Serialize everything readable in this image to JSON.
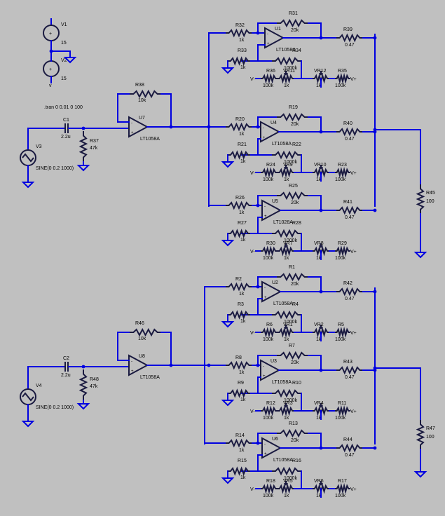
{
  "directive": ".tran 0 0.01 0 100",
  "supplies": [
    {
      "ref": "V1",
      "value": "15"
    },
    {
      "ref": "V2",
      "value": "15"
    }
  ],
  "sources": [
    {
      "ref": "V3",
      "value": "SINE(0 0.2 1000)"
    },
    {
      "ref": "V4",
      "value": "SINE(0 0.2 1000)"
    }
  ],
  "channels": [
    {
      "input_cap": {
        "ref": "C1",
        "value": "2.2u"
      },
      "input_res": {
        "ref": "R37",
        "value": "47k"
      },
      "buffer": {
        "ref": "U7",
        "model": "LT1058A",
        "fb_ref": "R38",
        "fb_value": "10k"
      },
      "load": {
        "ref": "R45",
        "value": "100"
      },
      "stages": [
        {
          "opamp": "U1",
          "model": "LT1058A",
          "rin": "R32",
          "rin_v": "1k",
          "rf": "R31",
          "rf_v": "20k",
          "rout": "R39",
          "rout_v": "0.47",
          "rg": "R33",
          "rg_v": "1k",
          "rb": "R34",
          "rb_v": "1000k",
          "ra": "R36",
          "ra_v": "100k",
          "vra": "VR11",
          "vra_v": "1k",
          "vrb": "VR12",
          "vrb_v": "1k",
          "rc": "R35",
          "rc_v": "100k"
        },
        {
          "opamp": "U4",
          "model": "LT1058A",
          "rin": "R20",
          "rin_v": "1k",
          "rf": "R19",
          "rf_v": "20k",
          "rout": "R40",
          "rout_v": "0.47",
          "rg": "R21",
          "rg_v": "1k",
          "rb": "R22",
          "rb_v": "1000k",
          "ra": "R24",
          "ra_v": "100k",
          "vra": "VR9",
          "vra_v": "1k",
          "vrb": "VR10",
          "vrb_v": "1k",
          "rc": "R23",
          "rc_v": "100k"
        },
        {
          "opamp": "U5",
          "model": "LT1028A",
          "rin": "R26",
          "rin_v": "1k",
          "rf": "R25",
          "rf_v": "20k",
          "rout": "R41",
          "rout_v": "0.47",
          "rg": "R27",
          "rg_v": "1k",
          "rb": "R28",
          "rb_v": "1000k",
          "ra": "R30",
          "ra_v": "100k",
          "vra": "VR7",
          "vra_v": "1k",
          "vrb": "VR8",
          "vrb_v": "1k",
          "rc": "R29",
          "rc_v": "100k"
        }
      ]
    },
    {
      "input_cap": {
        "ref": "C2",
        "value": "2.2u"
      },
      "input_res": {
        "ref": "R48",
        "value": "47k"
      },
      "buffer": {
        "ref": "U8",
        "model": "LT1058A",
        "fb_ref": "R46",
        "fb_value": "10k"
      },
      "load": {
        "ref": "R47",
        "value": "100"
      },
      "stages": [
        {
          "opamp": "U2",
          "model": "LT1058A",
          "rin": "R2",
          "rin_v": "1k",
          "rf": "R1",
          "rf_v": "20k",
          "rout": "R42",
          "rout_v": "0.47",
          "rg": "R3",
          "rg_v": "1k",
          "rb": "R4",
          "rb_v": "1000k",
          "ra": "R6",
          "ra_v": "100k",
          "vra": "VR1",
          "vra_v": "1k",
          "vrb": "VR2",
          "vrb_v": "1k",
          "rc": "R5",
          "rc_v": "100k"
        },
        {
          "opamp": "U3",
          "model": "LT1058A",
          "rin": "R8",
          "rin_v": "1k",
          "rf": "R7",
          "rf_v": "20k",
          "rout": "R43",
          "rout_v": "0.47",
          "rg": "R9",
          "rg_v": "1k",
          "rb": "R10",
          "rb_v": "1000k",
          "ra": "R12",
          "ra_v": "100k",
          "vra": "VR3",
          "vra_v": "1k",
          "vrb": "VR4",
          "vrb_v": "1k",
          "rc": "R11",
          "rc_v": "100k"
        },
        {
          "opamp": "U6",
          "model": "LT1058A",
          "rin": "R14",
          "rin_v": "1k",
          "rf": "R13",
          "rf_v": "20k",
          "rout": "R44",
          "rout_v": "0.47",
          "rg": "R15",
          "rg_v": "1k",
          "rb": "R16",
          "rb_v": "1000k",
          "ra": "R18",
          "ra_v": "100k",
          "vra": "VR5",
          "vra_v": "1k",
          "vrb": "VR6",
          "vrb_v": "1k",
          "rc": "R17",
          "rc_v": "100k"
        }
      ]
    }
  ],
  "labels": {
    "vminus": "V-",
    "vplus": "V+",
    "plus": "+",
    "minus": "-"
  }
}
